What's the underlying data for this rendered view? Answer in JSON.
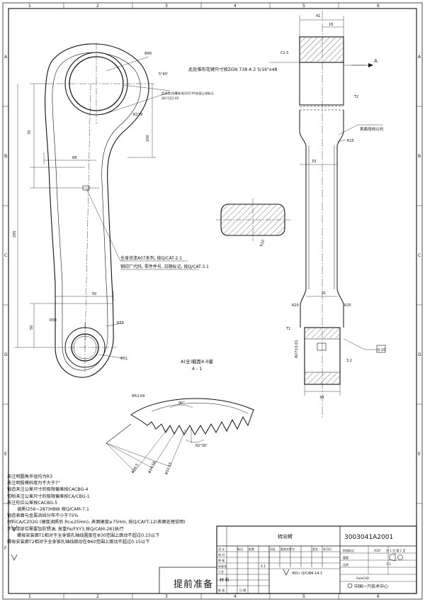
{
  "frame": {
    "col_marks": [
      "1",
      "2",
      "3",
      "4",
      "5",
      "6"
    ],
    "row_marks": [
      "A",
      "B",
      "C",
      "D",
      "E",
      "F"
    ]
  },
  "dims": {
    "phi95": "Φ95",
    "r219": "R219",
    "h70": "70",
    "h100": "100",
    "w68": "68",
    "h295": "295",
    "w50": "50",
    "h50": "50",
    "r50": "R50",
    "r59": "R59",
    "phi51": "Φ51",
    "angle": "5°45'",
    "w41": "41",
    "w16": "16",
    "c15": "C1.5",
    "t2": "T2",
    "r15": "R15",
    "w33": "33",
    "w31": "31",
    "r20": "R20",
    "r25": "R25",
    "t1": "T1",
    "w34": "34",
    "r10": "R10",
    "d270": "Φ27±0.01",
    "tol": "0.10",
    "ra": "3.2",
    "arrow_a": "A",
    "r5262": "Φ52.69",
    "a90": "90°",
    "a82": "82°30'",
    "d565": "Φ56.5",
    "d5458": "Φ54.58",
    "d5453": "Φ53.53"
  },
  "annotations": {
    "spline_note": "此处锥形花键尺寸按ZGN 738 A 2 5/16\"x48",
    "mark_note_1": "此面处(沟槽处)标识打(中)处留上线标记",
    "mark_note_2": "深0.5至1.65",
    "surface_note": "表面母线以内",
    "paint_note_1": "全身涂漆A07系列, 按Q/CAT-2.1",
    "paint_note_2": "钢印厂代码, 零件件号, 日期标记, 按Q/CAT-3.1",
    "section_title": "A(全)截面4:0量",
    "section_scale": "4 : 1"
  },
  "notes": [
    "未注明圆角半径均为R3",
    "未注明拔模斜度为不大于7°",
    "锻造未注公差尺寸的极限偏差按CACBG-4",
    "切削未注公差尺寸的极限偏差按CA/CBG-1",
    "未注形位公差按CACBG-5",
    "调质(256~287)HBW 按Q/CAM-7.1",
    "锻造表面与金属流线分布不小于75%",
    "材料CA/C202G (硬度调质后 Rc≤25Hm), 表面硬度≥75Hm, 按Q/CAYT-12(表面处理说明)",
    "不涂漆部位需要加防锈油, 按重Fe/FXY3,按Q/CAM-281执行",
    "螺母安装面T1相对于全身锥孔轴线圆度在Φ30范围上跳动不超过0.15以下",
    "螺母安装面T2相对于全身锥孔轴线跳动在Φ60范围上跳动不超过0.15以下"
  ],
  "title_block": {
    "part_name": "转向臂",
    "drawing_number": "3003041A2001",
    "material_label": "材 料",
    "material": "40Cr Q/CAM-14.1",
    "company": "中国一汽技术中心",
    "prep": "提前准备",
    "cad": "AutoCAD",
    "scale_label": "比例",
    "scale": "1:1",
    "format": "A3V",
    "sheet": "共 1 页 第 1 页",
    "row_labels": [
      "设 计",
      "校 对",
      "审 核",
      "标准化",
      "工艺",
      "批 准",
      "日 期"
    ],
    "header_labels": [
      "标记",
      "处数",
      "分区",
      "更改文件号",
      "签名",
      "年月日"
    ],
    "misc_labels": [
      "阶段标记",
      "重量",
      "比例"
    ],
    "code": "4.1"
  }
}
